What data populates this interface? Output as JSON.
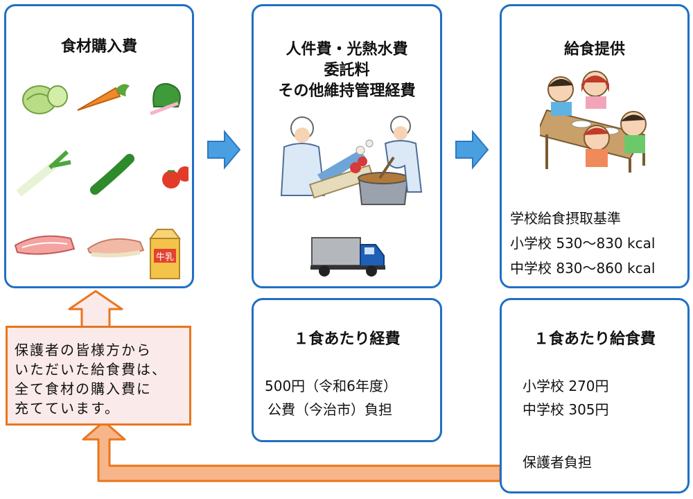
{
  "ingredients": {
    "title": "食材購入費"
  },
  "costs": {
    "lines": [
      "人件費・光熱水費",
      "委託料",
      "その他維持管理経費"
    ]
  },
  "provision": {
    "title": "給食提供",
    "standard_label": "学校給食摂取基準",
    "elementary": "小学校 530～830 kcal",
    "junior_high": "中学校 830～860 kcal"
  },
  "per_meal_cost": {
    "title": "１食あたり経費",
    "amount": "500円（令和6年度）",
    "payer": "公費（今治市）負担"
  },
  "per_meal_fee": {
    "title": "１食あたり給食費",
    "elementary": "小学校 270円",
    "junior_high": "中学校 305円",
    "payer": "保護者負担"
  },
  "note": {
    "lines": [
      "保護者の皆様方から",
      "いただいた給食費は、",
      "全て食材の購入費に",
      "充てています。"
    ]
  },
  "illustrations": {
    "milk_label": "牛乳"
  },
  "colors": {
    "card_border": "#1f6fc4",
    "flow_arrow": "#4a9fe0",
    "note_border": "#e8761e",
    "note_fill": "#fbeaea"
  }
}
